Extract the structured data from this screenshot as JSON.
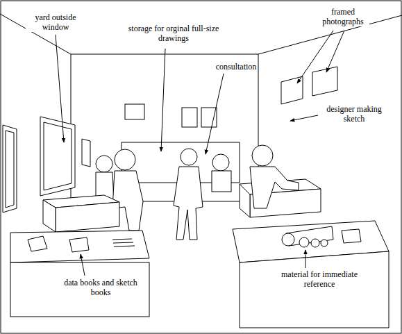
{
  "diagram": {
    "labels": [
      "framed photographs",
      "yard outside window",
      "storage for orginal full-size drawings",
      "consultation",
      "designer making sketch",
      "material for immediate reference",
      "data books and sketch books"
    ]
  }
}
